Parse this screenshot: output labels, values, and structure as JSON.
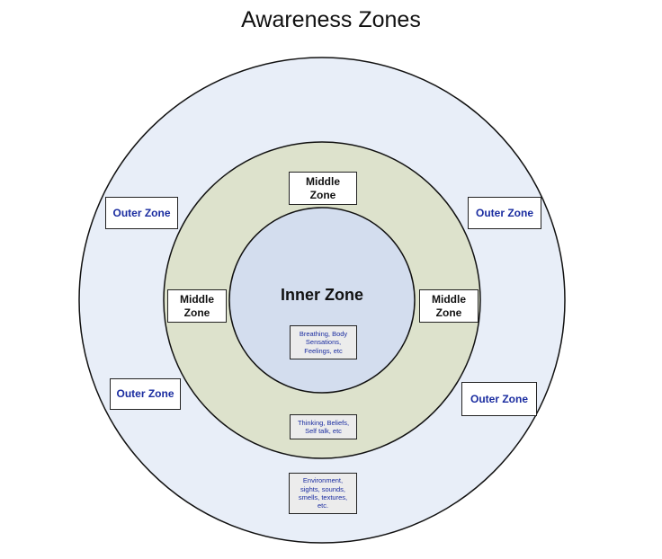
{
  "title": "Awareness Zones",
  "colors": {
    "outer_fill": "#e8eef8",
    "middle_fill": "#dde2cc",
    "inner_fill": "#d3ddee",
    "label_text_blue": "#1a2ca0"
  },
  "zones": {
    "outer": {
      "label": "Outer Zone",
      "description": "Environment, sights, sounds, smells, textures, etc."
    },
    "middle": {
      "label": "Middle Zone",
      "description": "Thinking, Beliefs, Self talk, etc"
    },
    "inner": {
      "label": "Inner Zone",
      "description": "Breathing, Body Sensations, Feelings, etc"
    }
  }
}
